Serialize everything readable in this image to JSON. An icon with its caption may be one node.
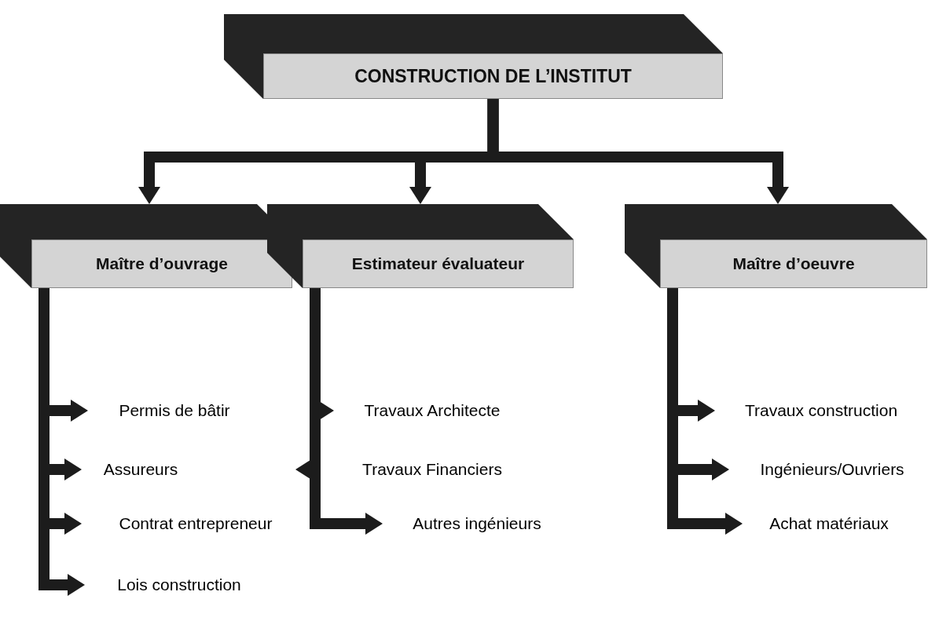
{
  "diagram": {
    "nodes": [
      {
        "text": [
          "CONSTRUCTION DE L’INSTITUT"
        ]
      },
      {
        "text": [
          "Maître d’ouvrage"
        ]
      },
      {
        "text": [
          "Estimateur évaluateur"
        ]
      },
      {
        "text": [
          "Maître  d’oeuvre"
        ]
      },
      {
        "text": [
          "Permis de bâtir"
        ]
      },
      {
        "text": [
          "Assureurs"
        ]
      },
      {
        "text": [
          "Contrat entrepreneur"
        ]
      },
      {
        "text": [
          "Lois construction"
        ]
      },
      {
        "text": [
          "Travaux Architecte"
        ]
      },
      {
        "text": [
          "Travaux Financiers"
        ]
      },
      {
        "text": [
          "Autres ingénieurs"
        ]
      },
      {
        "text": [
          "Travaux construction"
        ]
      },
      {
        "text": [
          "Ingénieurs/Ouvriers"
        ]
      },
      {
        "text": [
          "Achat matériaux"
        ]
      }
    ],
    "edges": [
      {
        "from": 0,
        "to": 1,
        "arrow": "to"
      },
      {
        "from": 0,
        "to": 2,
        "arrow": "to"
      },
      {
        "from": 0,
        "to": 3,
        "arrow": "to"
      },
      {
        "from": 1,
        "to": 4,
        "arrow": "to"
      },
      {
        "from": 1,
        "to": 5,
        "arrow": "to"
      },
      {
        "from": 1,
        "to": 6,
        "arrow": "to"
      },
      {
        "from": 1,
        "to": 7,
        "arrow": "to"
      },
      {
        "from": 2,
        "to": 8,
        "arrow": "to"
      },
      {
        "from": 2,
        "to": 9,
        "arrow": "to"
      },
      {
        "from": 2,
        "to": 10,
        "arrow": "to"
      },
      {
        "from": 3,
        "to": 11,
        "arrow": "to"
      },
      {
        "from": 3,
        "to": 12,
        "arrow": "to"
      },
      {
        "from": 3,
        "to": 13,
        "arrow": "to"
      }
    ]
  }
}
